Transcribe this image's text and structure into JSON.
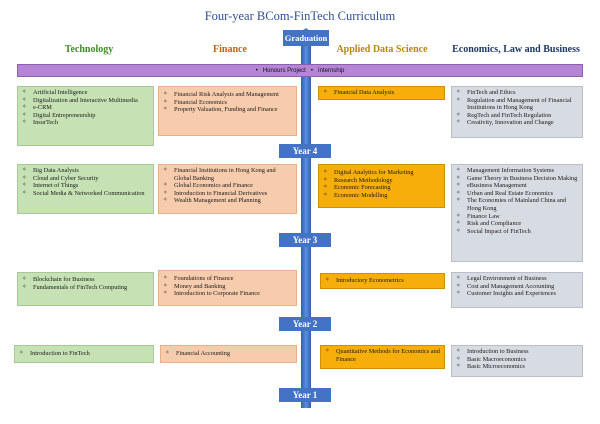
{
  "title": "Four-year BCom-FinTech Curriculum",
  "columns": {
    "technology": "Technology",
    "finance": "Finance",
    "ads": "Applied Data Science",
    "ecl": "Economics, Law and Business"
  },
  "graduation": "Graduation",
  "honours_bar": {
    "item1": "Honours Project",
    "item2": "Internship"
  },
  "years": {
    "y4": "Year 4",
    "y3": "Year 3",
    "y2": "Year 2",
    "y1": "Year 1"
  },
  "colors": {
    "technology": "#c6e1b4",
    "finance": "#f6ccad",
    "ads": "#f5ae0a",
    "ecl": "#d7dbe2",
    "honours": "#b685d6",
    "arrow": "#4472c4"
  },
  "year4": {
    "technology": [
      "Artificial Intelligence",
      "Digitalization and Interactive Multimedia",
      "e-CRM",
      "Digital Entrepreneurship",
      "InsurTech"
    ],
    "finance": [
      "Financial Risk Analysis and Management",
      "Financial Economics",
      "Property Valuation, Funding and Finance"
    ],
    "ads": [
      "Financial Data Analysis"
    ],
    "ecl": [
      "FinTech and Ethics",
      "Regulation and Management of Financial Institutions in Hong Kong",
      "RegTech and FinTech Regulation",
      "Creativity, Innovation and Change"
    ]
  },
  "year3": {
    "technology": [
      "Big Data Analysis",
      "Cloud and Cyber Security",
      "Internet of Things",
      "Social Media & Networked Communication"
    ],
    "finance": [
      "Financial Institutions in Hong Kong and Global Banking",
      "Global Economics and Finance",
      "Introduction to Financial Derivatives",
      "Wealth Management and Planning"
    ],
    "ads": [
      "Digital Analytics for Marketing",
      "Research Methodology",
      "Economic Forecasting",
      "Economic Modelling"
    ],
    "ecl": [
      "Management Information Systems",
      "Game Theory in Business Decision Making",
      "eBusiness Management",
      "Urban and Real Estate Economics",
      "The Economies of Mainland China and Hong Kong",
      "Finance Law",
      "Risk and Compliance",
      "Social Impact of FinTech"
    ]
  },
  "year2": {
    "technology": [
      "Blockchain for Business",
      "Fundamentals of FinTech Computing"
    ],
    "finance": [
      "Foundations of Finance",
      "Money and Banking",
      "Introduction to Corporate Finance"
    ],
    "ads": [
      "Introductory Econometrics"
    ],
    "ecl": [
      "Legal Environment of Business",
      "Cost and Management Accounting",
      "Customer Insights and Experiences"
    ]
  },
  "year1": {
    "technology": [
      "Introduction to FinTech"
    ],
    "finance": [
      "Financial Accounting"
    ],
    "ads": [
      "Quantitative Methods for Economics and Finance"
    ],
    "ecl": [
      "Introduction to Business",
      "Basic Macroeconomics",
      "Basic Microeconomics"
    ]
  }
}
